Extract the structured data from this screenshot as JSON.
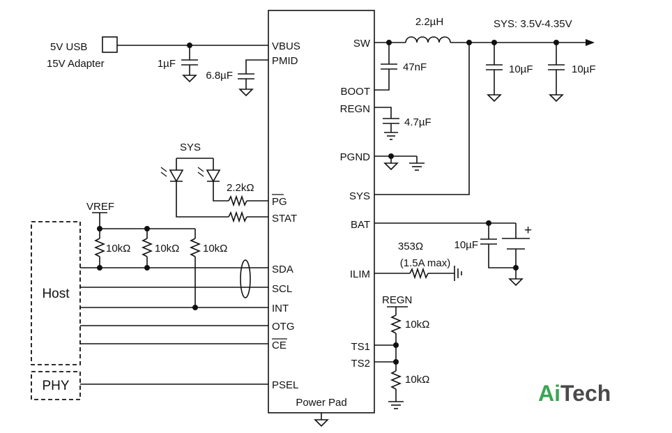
{
  "chip": {
    "left_pins": [
      "VBUS",
      "PMID",
      "PG",
      "STAT",
      "SDA",
      "SCL",
      "INT",
      "OTG",
      "CE",
      "PSEL"
    ],
    "right_pins": [
      "SW",
      "BOOT",
      "REGN",
      "PGND",
      "SYS",
      "BAT",
      "ILIM",
      "TS1",
      "TS2"
    ],
    "bottom_label": "Power Pad"
  },
  "input": {
    "line1": "5V USB",
    "line2": "15V Adapter",
    "cap_vbus": "1µF",
    "cap_pmid": "6.8µF"
  },
  "leds": {
    "supply": "SYS",
    "resistor": "2.2kΩ"
  },
  "pullups": {
    "ref": "VREF",
    "r1": "10kΩ",
    "r2": "10kΩ",
    "r3": "10kΩ"
  },
  "blocks": {
    "host": "Host",
    "phy": "PHY"
  },
  "output": {
    "inductor": "2.2µH",
    "sys_range": "SYS: 3.5V-4.35V",
    "cap_out1": "10µF",
    "cap_out2": "10µF",
    "cap_boot": "47nF",
    "cap_regn": "4.7µF"
  },
  "battery": {
    "cap": "10µF",
    "plus": "+"
  },
  "ilim": {
    "resistor": "353Ω",
    "note": "(1.5A max)"
  },
  "thermistor": {
    "ref": "REGN",
    "r_top": "10kΩ",
    "r_bottom": "10kΩ"
  },
  "logo": {
    "part1": "Ai",
    "part2": "Tech"
  }
}
